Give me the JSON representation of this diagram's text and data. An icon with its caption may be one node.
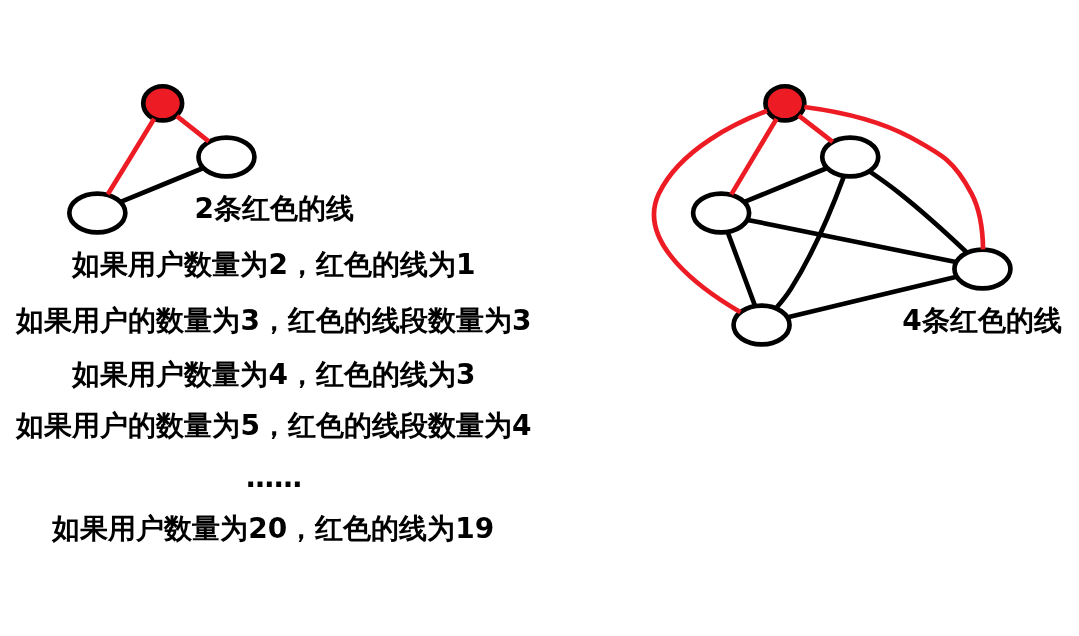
{
  "diagram": {
    "nodes": [
      {
        "text": [],
        "shape": "circle"
      },
      {
        "text": [],
        "shape": "circle"
      },
      {
        "text": [],
        "shape": "circle"
      },
      {
        "text": [],
        "shape": "circle"
      },
      {
        "text": [],
        "shape": "circle"
      },
      {
        "text": [],
        "shape": "circle"
      },
      {
        "text": [],
        "shape": "circle"
      },
      {
        "text": [],
        "shape": "circle"
      }
    ],
    "edges": [
      {
        "from": 0,
        "to": 1,
        "arrow": "none",
        "color": "#ed1c24"
      },
      {
        "from": 0,
        "to": 2,
        "arrow": "none",
        "color": "#ed1c24"
      },
      {
        "from": 1,
        "to": 2,
        "arrow": "none"
      },
      {
        "from": 3,
        "to": 4,
        "arrow": "none",
        "color": "#ed1c24"
      },
      {
        "from": 3,
        "to": 5,
        "arrow": "none",
        "color": "#ed1c24"
      },
      {
        "from": 3,
        "to": 6,
        "arrow": "none",
        "color": "#ed1c24"
      },
      {
        "from": 3,
        "to": 7,
        "arrow": "none",
        "color": "#ed1c24"
      },
      {
        "from": 4,
        "to": 5,
        "arrow": "none"
      },
      {
        "from": 4,
        "to": 6,
        "arrow": "none"
      },
      {
        "from": 4,
        "to": 7,
        "arrow": "none"
      },
      {
        "from": 5,
        "to": 6,
        "arrow": "none"
      },
      {
        "from": 5,
        "to": 7,
        "arrow": "none"
      },
      {
        "from": 6,
        "to": 7,
        "arrow": "none"
      }
    ],
    "labels": [
      "2条红色的线",
      "如果用户数量为2，红色的线为1",
      "如果用户的数量为3，红色的线段数量为3",
      "如果用户数量为4，红色的线为3",
      "如果用户的数量为5，红色的线段数量为4",
      "……",
      "如果用户数量为20，红色的线为19",
      "4条红色的线"
    ]
  }
}
